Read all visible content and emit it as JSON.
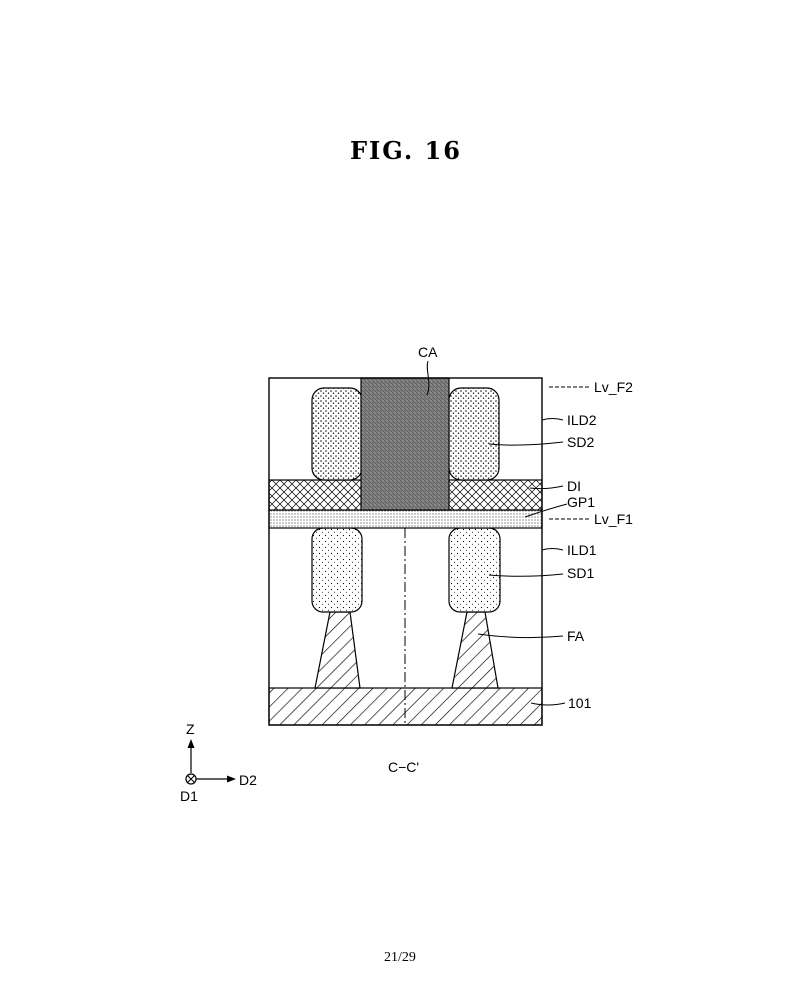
{
  "figure_title": "FIG.  16",
  "page_number": "21/29",
  "section_label": "C−C'",
  "labels": {
    "ca": "CA",
    "lv_f2": "Lv_F2",
    "ild2": "ILD2",
    "sd2": "SD2",
    "di": "DI",
    "gp1": "GP1",
    "lv_f1": "Lv_F1",
    "ild1": "ILD1",
    "sd1": "SD1",
    "fa": "FA",
    "substrate": "101"
  },
  "axes": {
    "z": "Z",
    "d2": "D2",
    "d1": "D1"
  }
}
